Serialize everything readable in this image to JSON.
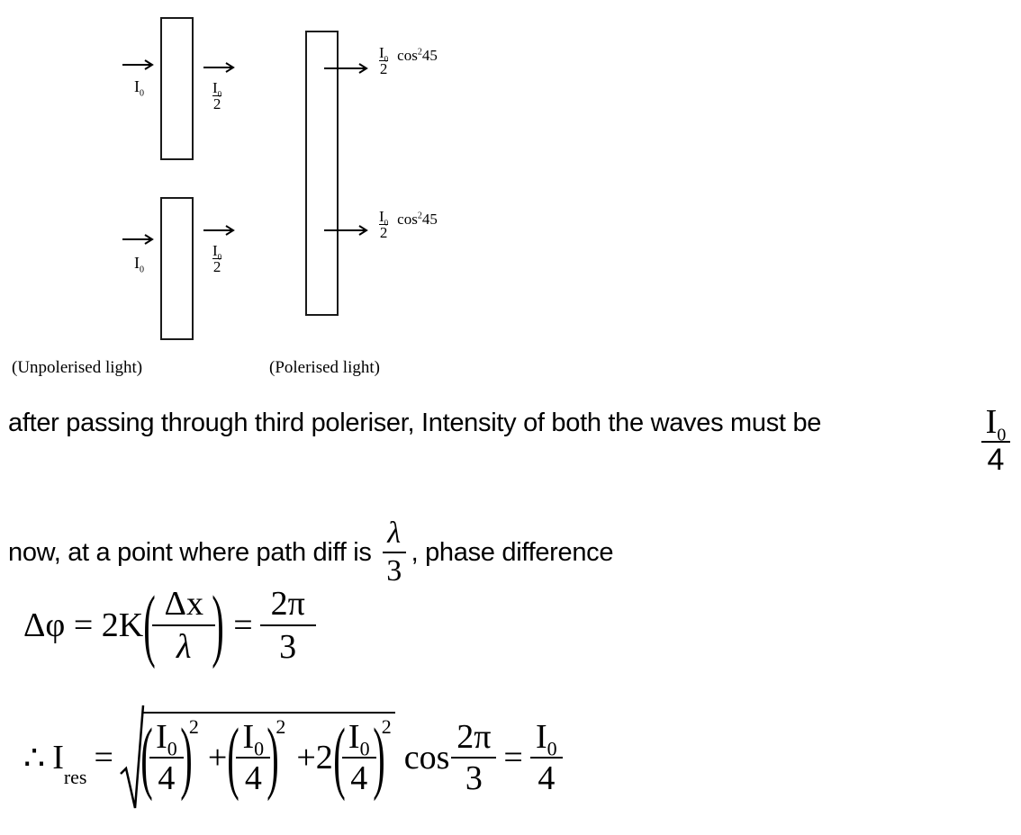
{
  "diagram": {
    "left_input_label": "I",
    "left_input_sub": "0",
    "left_output_num": "I",
    "left_output_num_sub": "0",
    "left_output_den": "2",
    "right_output_num": "I",
    "right_output_num_sub": "0",
    "right_output_den": "2",
    "right_output_cos": "cos",
    "right_output_cos_sup": "2",
    "right_output_angle": "45",
    "caption_left": "(Unpolerised light)",
    "caption_right": "(Polerised light)"
  },
  "text": {
    "line1": "after passing through third poleriser, Intensity of both the waves must be",
    "line1_frac_num": "I",
    "line1_frac_num_sub": "0",
    "line1_frac_den": "4",
    "line2_before": "now, at a point where path diff is",
    "line2_frac_num": "λ",
    "line2_frac_den": "3",
    "line2_after": ", phase difference"
  },
  "equation1": {
    "lhs": "Δφ = 2K",
    "frac_num": "Δx",
    "frac_den": "λ",
    "equals": "=",
    "rhs_num": "2π",
    "rhs_den": "3"
  },
  "equation2": {
    "therefore": "∴",
    "lhs": "I",
    "lhs_sub": "res",
    "equals": "=",
    "term_num": "I",
    "term_num_sub": "0",
    "term_den": "4",
    "power": "2",
    "plus": "+",
    "plus_two": "+2",
    "cos": "cos",
    "cos_num": "2π",
    "cos_den": "3",
    "result_num": "I",
    "result_num_sub": "0",
    "result_den": "4"
  }
}
